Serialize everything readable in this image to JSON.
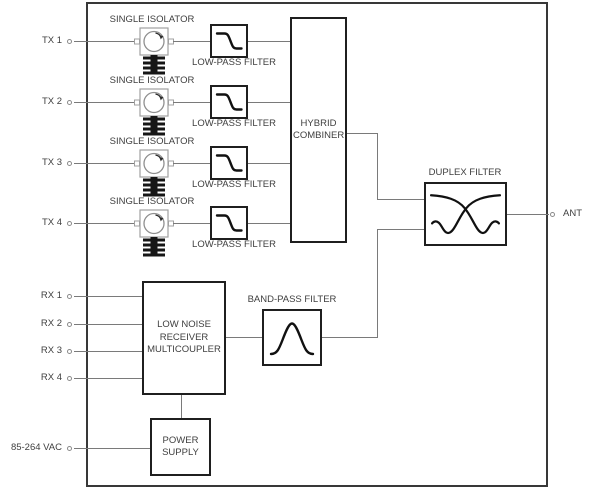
{
  "colors": {
    "wire": "#7a7a7a",
    "box_border": "#1f1f1f",
    "outer_border": "#383838",
    "text": "#3f3f3f",
    "isolator_outline": "#a0a0a0",
    "load_fill": "#161616"
  },
  "tx_rows": [
    {
      "port": "TX 1",
      "isolator_label": "SINGLE ISOLATOR",
      "filter_label": "LOW-PASS FILTER"
    },
    {
      "port": "TX 2",
      "isolator_label": "SINGLE ISOLATOR",
      "filter_label": "LOW-PASS FILTER"
    },
    {
      "port": "TX 3",
      "isolator_label": "SINGLE ISOLATOR",
      "filter_label": "LOW-PASS FILTER"
    },
    {
      "port": "TX 4",
      "isolator_label": "SINGLE ISOLATOR",
      "filter_label": "LOW-PASS FILTER"
    }
  ],
  "combiner_label": "HYBRID COMBINER",
  "duplex_label": "DUPLEX FILTER",
  "ant_label": "ANT",
  "rx_ports": [
    "RX 1",
    "RX 2",
    "RX 3",
    "RX 4"
  ],
  "multicoupler_label": "LOW NOISE RECEIVER MULTICOUPLER",
  "bandpass_label": "BAND-PASS FILTER",
  "power_supply_label": "POWER SUPPLY",
  "ac_input_label": "85-264 VAC"
}
